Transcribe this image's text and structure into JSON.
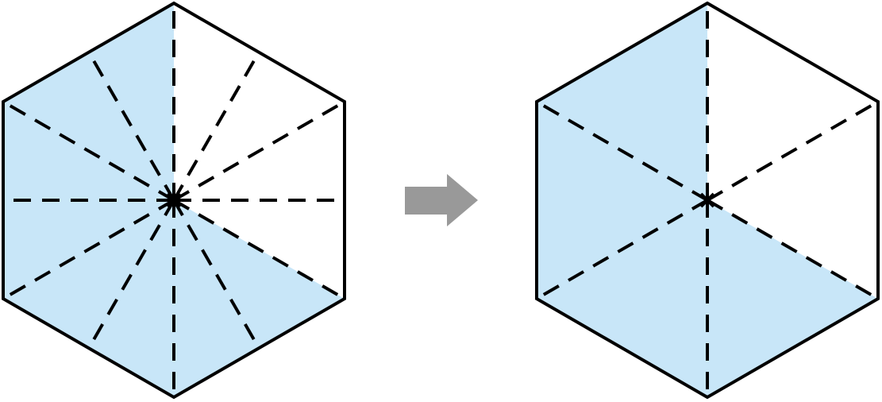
{
  "colors": {
    "shaded": "#c8e6f8",
    "line": "#000000",
    "arrow": "#999999",
    "background": "#ffffff"
  },
  "figures": [
    {
      "name": "hexagon-twelfths",
      "divisions": 12,
      "shaded_parts": 8,
      "shaded_fraction": 0.6667
    },
    {
      "name": "hexagon-sixths",
      "divisions": 6,
      "shaded_parts": 4,
      "shaded_fraction": 0.6667
    }
  ],
  "connector": {
    "icon": "right-arrow-icon"
  }
}
